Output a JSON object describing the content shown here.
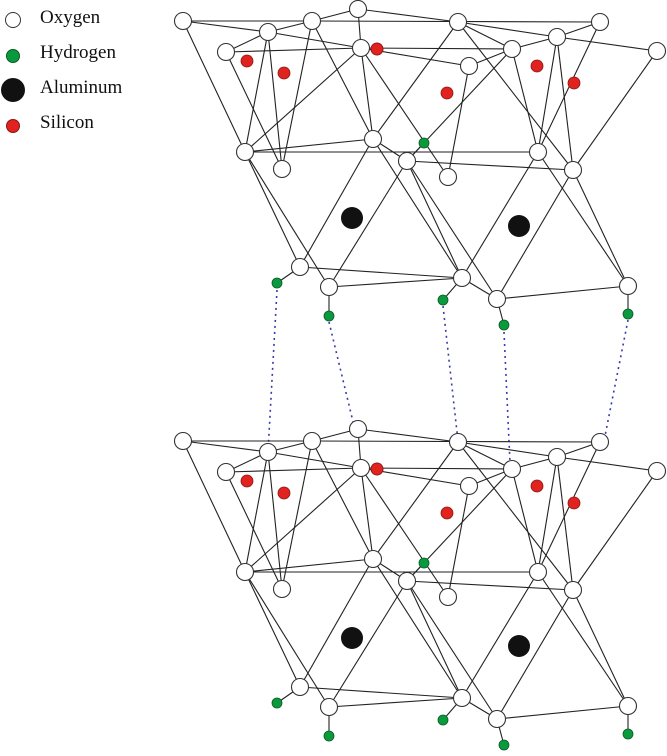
{
  "legend": [
    {
      "label": "Oxygen",
      "color": "#ffffff",
      "stroke": "#333333"
    },
    {
      "label": "Hydrogen",
      "color": "#0a9a3e",
      "stroke": "#0a5a25"
    },
    {
      "label": "Aluminum",
      "color": "#111111",
      "stroke": "#111111"
    },
    {
      "label": "Silicon",
      "color": "#e0231f",
      "stroke": "#8a1414"
    }
  ],
  "colors": {
    "bond": "#222222",
    "hydrogen_bond": "#3a3aa8"
  }
}
